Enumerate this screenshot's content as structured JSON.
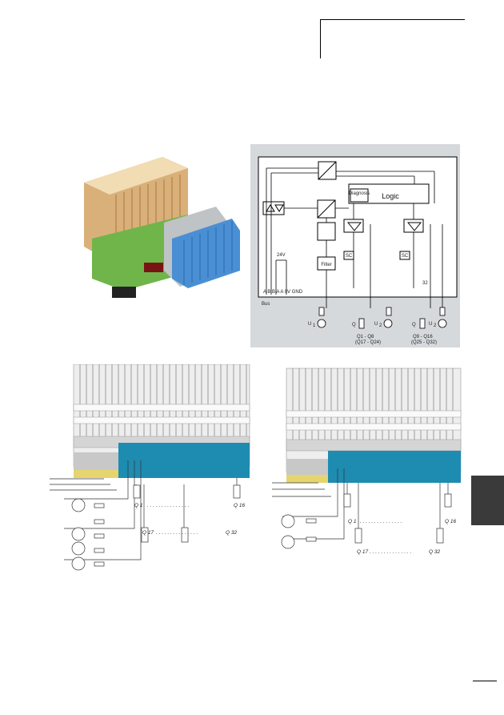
{
  "schematic": {
    "logic": "Logic",
    "diagnosis": "Diagnosis",
    "filter": "Filter",
    "bus": "Bus",
    "v24": "24V",
    "u1": "U",
    "u1_sub": "1",
    "u2a": "U",
    "u2a_sub": "2",
    "u2b": "U",
    "u2b_sub": "2",
    "q": "Q",
    "q_range1": "Q1 - Q8",
    "q_range1b": "(Q17 - Q24)",
    "q_range2": "Q9 - Q16",
    "q_range2b": "(Q25 - Q32)",
    "sc": "SC",
    "x32": "32",
    "bottom_labels": "A    B  B    A  A  0V  GND"
  },
  "wiring_left": {
    "q1": "Q 1",
    "q16": "Q 16",
    "q17": "Q 17",
    "q32": "Q 32",
    "dots": ". . . . . . . . . . . . . . ."
  },
  "wiring_right": {
    "q1": "Q 1",
    "q16": "Q 16",
    "q17": "Q 17",
    "q32": "Q 32",
    "dots": ". . . . . . . . . . . . . . ."
  },
  "colors": {
    "teal": "#1e8cb0",
    "grey": "#c8c8c8",
    "yellow": "#e6d46e",
    "schematic_bg": "#d6d9dc",
    "side_tab": "#3a3a3a"
  }
}
